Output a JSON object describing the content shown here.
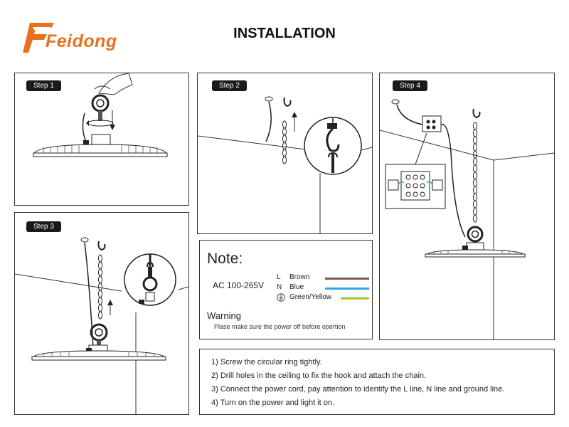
{
  "brand": {
    "logo_text": "Feidong",
    "color": "#e8711f"
  },
  "header": {
    "title": "INSTALLATION"
  },
  "steps": {
    "step1": "Step 1",
    "step2": "Step 2",
    "step3": "Step 3",
    "step4": "Step 4"
  },
  "note": {
    "title": "Note:",
    "voltage": "AC 100-265V",
    "wires": [
      {
        "code": "L",
        "label": "Brown",
        "color": "#7a5c52"
      },
      {
        "code": "N",
        "label": "Blue",
        "color": "#2ea8e0"
      },
      {
        "code": "",
        "label": "Green/Yellow",
        "color": "#5fbf3a"
      }
    ],
    "warning_title": "Warning",
    "warning_text": "Plase make sure the power off before opertion"
  },
  "instructions": [
    "1) Screw the circular ring tightly.",
    "2) Drill holes in the ceiling to fix the hook and attach the chain.",
    "3) Connect the power cord, pay attention to identify the L line, N line and ground line.",
    "4) Turn on the power and light it on."
  ]
}
